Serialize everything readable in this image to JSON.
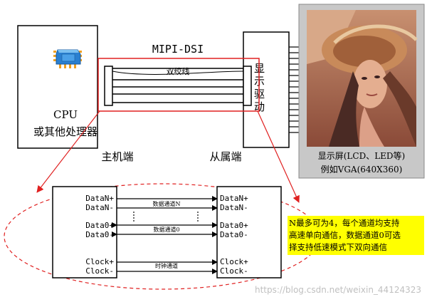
{
  "cpu_box": {
    "line1": "CPU",
    "line2": "或其他处理器"
  },
  "bus_label": "MIPI-DSI",
  "twisted_pair_label": "双绞线",
  "driver_label": "显示驱动",
  "host_label": "主机端",
  "slave_label": "从属端",
  "screen": {
    "line1": "显示屏(LCD、LED等)",
    "line2": "例如VGA(640X360)"
  },
  "detail": {
    "lanes": [
      {
        "left_p": "DataN+",
        "left_n": "DataN-",
        "caption": "数据通道N",
        "right_p": "DataN+",
        "right_n": "DataN-"
      },
      {
        "left_p": "Data0+",
        "left_n": "Data0-",
        "caption": "数据通道0",
        "right_p": "Data0+",
        "right_n": "Data0-"
      },
      {
        "left_p": "Clock+",
        "left_n": "Clock-",
        "caption": "时钟通道",
        "right_p": "Clock+",
        "right_n": "Clock-"
      }
    ]
  },
  "note": {
    "line1": "N最多可为4，每个通道均支持",
    "line2": "高速单向通信，数据通道0可选",
    "line3": "择支持低速模式下双向通信",
    "bg_color": "#ffff00"
  },
  "watermark": "https://blog.csdn.net/weixin_44124323",
  "colors": {
    "highlight_red": "#e02020",
    "screen_frame": "#c8c8c8",
    "chip_blue": "#2a7fd0",
    "chip_orange": "#f0a020"
  },
  "icons": {
    "cpu": "cpu-chip-icon",
    "screen": "portrait-photo-image"
  }
}
